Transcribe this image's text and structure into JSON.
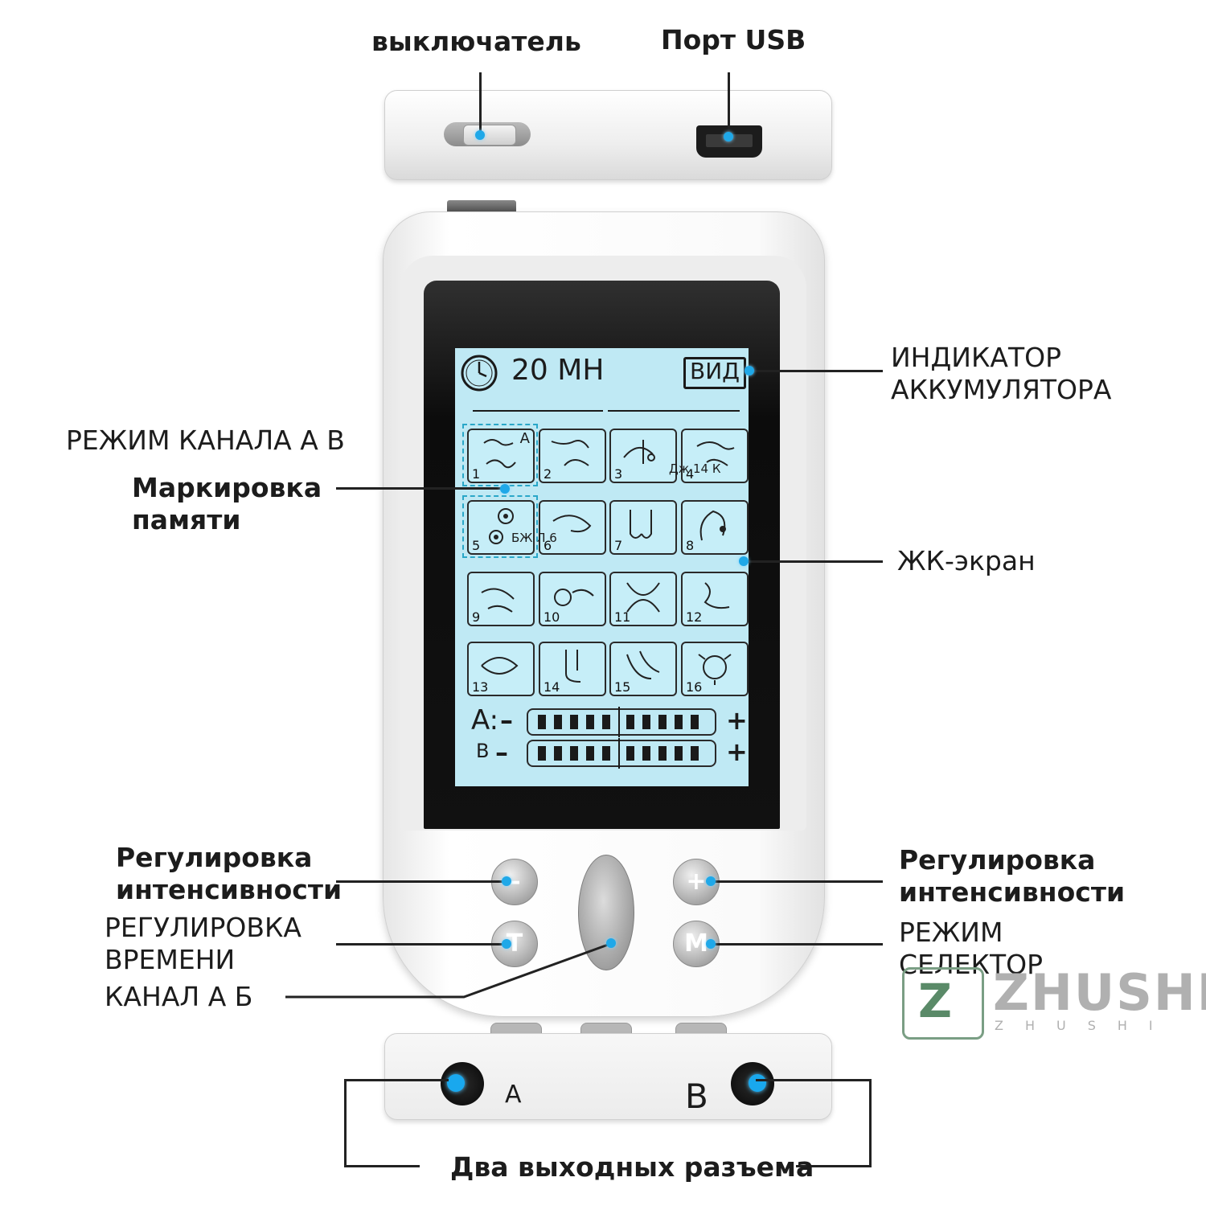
{
  "callouts": {
    "switch": "выключатель",
    "usb_port": "Порт USB",
    "battery_indicator_line1": "ИНДИКАТОР",
    "battery_indicator_line2": "АККУМУЛЯТОРА",
    "channel_mode": "РЕЖИМ КАНАЛА А В",
    "memory_marker_line1": "Маркировка",
    "memory_marker_line2": "памяти",
    "lcd_screen": "ЖК-экран",
    "intensity_left_line1": "Регулировка",
    "intensity_left_line2": "интенсивности",
    "intensity_right_line1": "Регулировка",
    "intensity_right_line2": "интенсивности",
    "time_adjust_line1": "РЕГУЛИРОВКА",
    "time_adjust_line2": "ВРЕМЕНИ",
    "channel_ab": "КАНАЛ А Б",
    "mode_selector_line1": "РЕЖИМ",
    "mode_selector_line2": "СЕЛЕКТОР",
    "outputs": "Два выходных разъема"
  },
  "lcd": {
    "timer": "20 МН",
    "battery": "ВИД",
    "tile_numbers": [
      "1",
      "2",
      "3",
      "4",
      "5",
      "6",
      "7",
      "8",
      "9",
      "10",
      "11",
      "12",
      "13",
      "14",
      "15",
      "16"
    ],
    "tile1_channel": "A",
    "tile3_overlay": "Дж 14 К",
    "tile6_overlay": "БЖ Л 6",
    "channel_a": "A:",
    "channel_b": "B",
    "minus": "–",
    "plus": "+"
  },
  "buttons": {
    "minus": "–",
    "plus": "+",
    "time": "T",
    "mode": "M"
  },
  "jacks": {
    "a": "A",
    "b": "B"
  },
  "logo": {
    "brand": "ZHUSHI",
    "sub": "ZHUSHI",
    "mark": "Z"
  },
  "colors": {
    "accent_dot": "#1fa8e8",
    "lcd_bg": "#bfe9f4",
    "logo_green": "#5a8a68"
  }
}
